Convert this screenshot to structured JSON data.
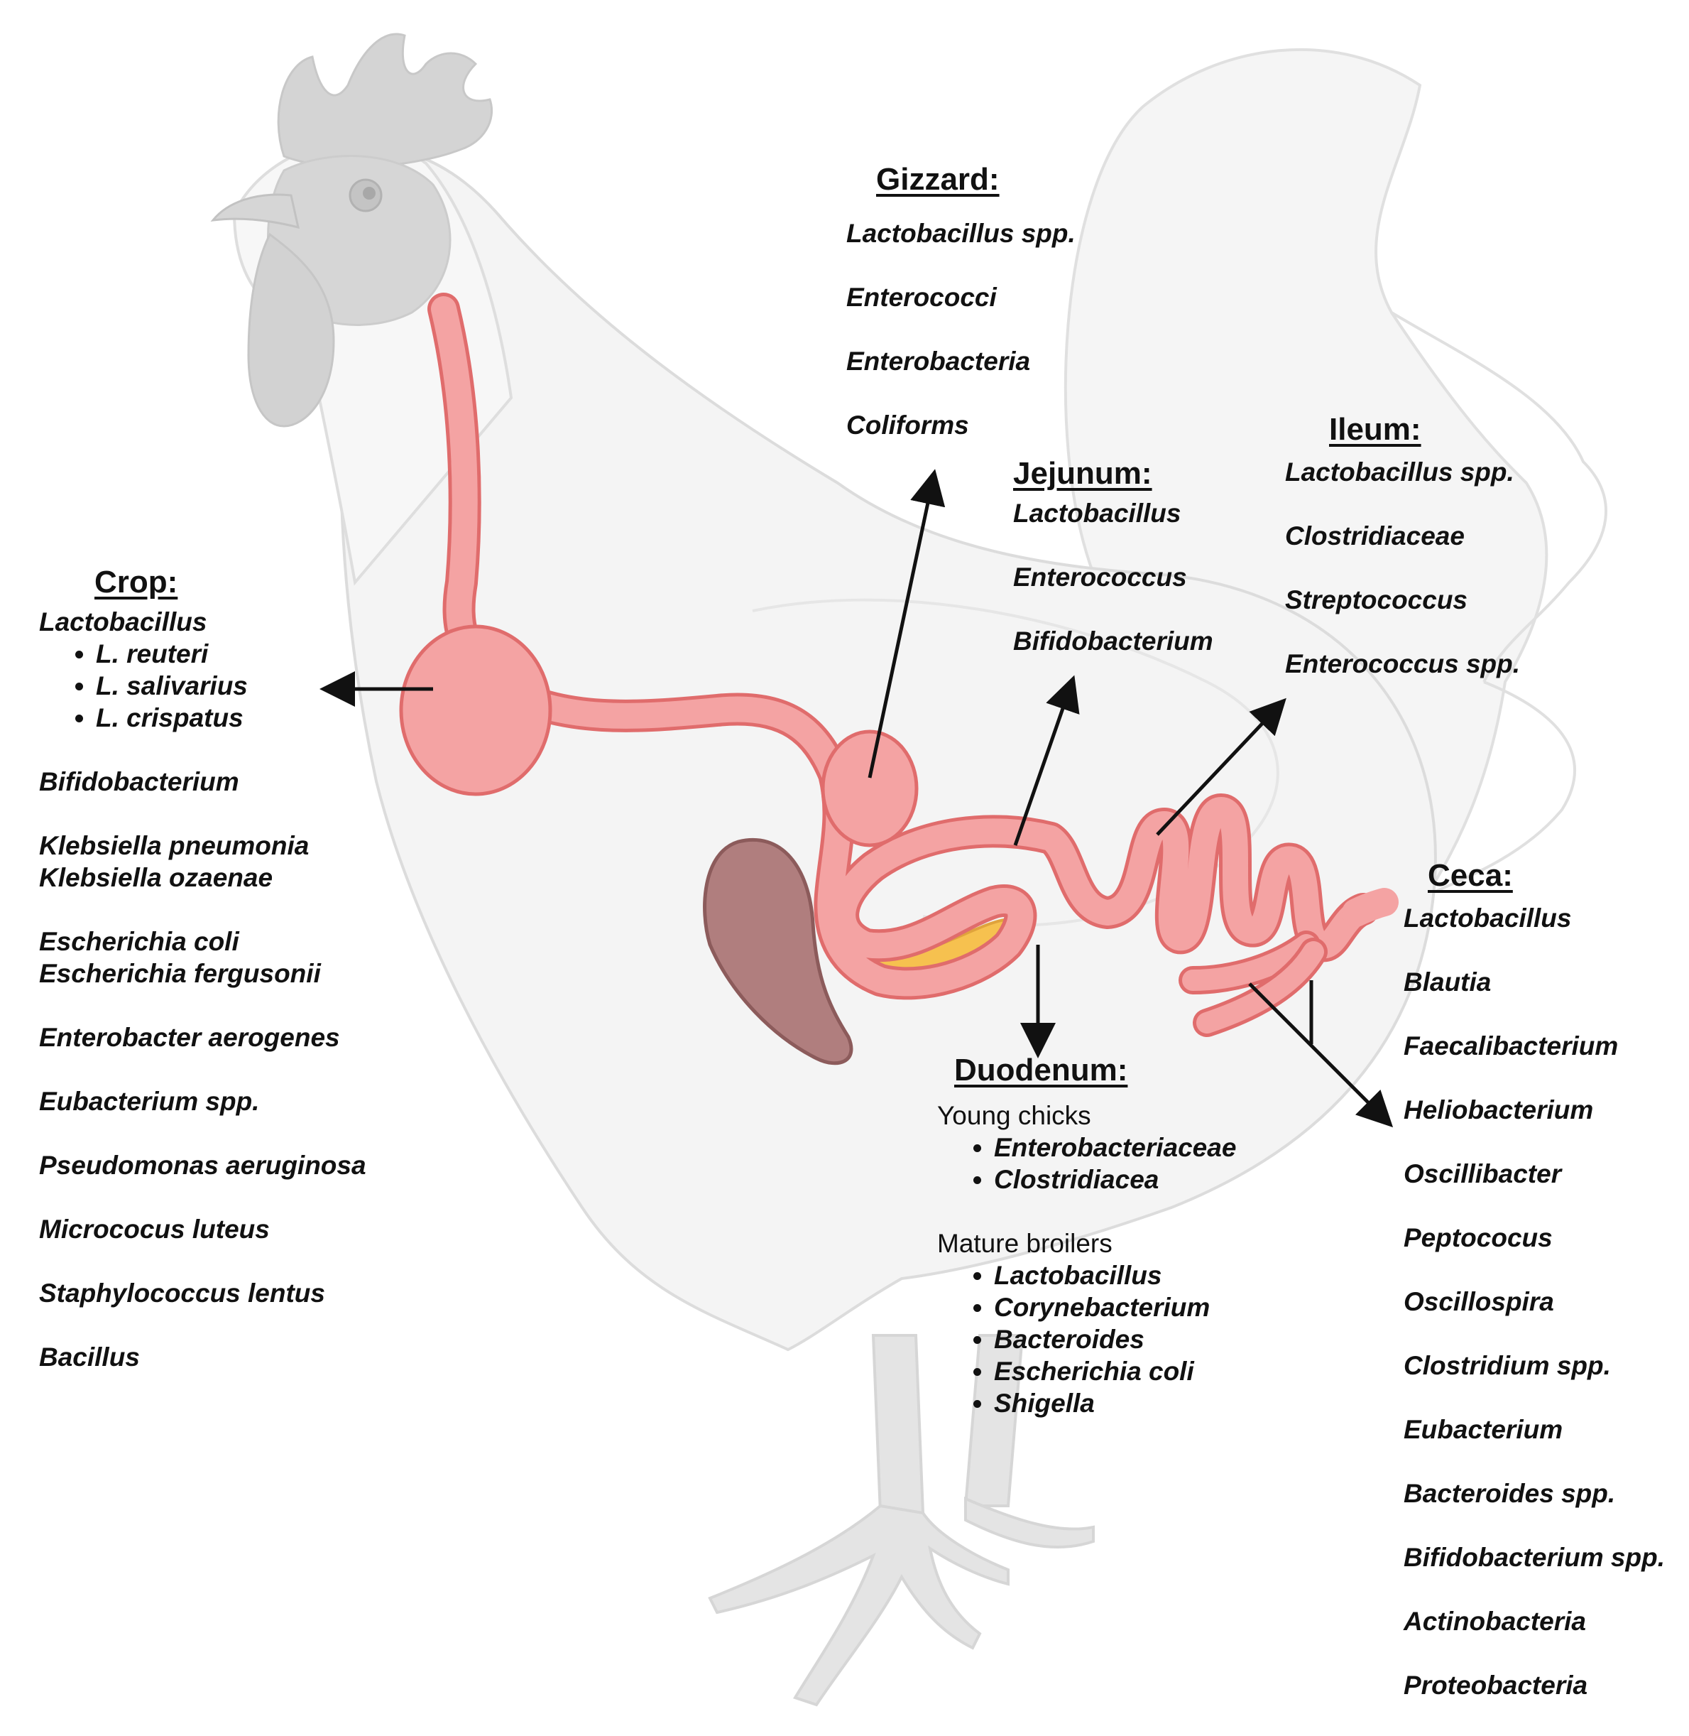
{
  "crop": {
    "heading": "Crop:",
    "lactobacillus": "Lactobacillus",
    "lactobacillus_species": [
      "L. reuteri",
      "L. salivarius",
      "L. crispatus"
    ],
    "items": [
      "Bifidobacterium",
      "Klebsiella pneumonia",
      "Klebsiella  ozaenae",
      "Escherichia coli",
      "Escherichia fergusonii",
      "Enterobacter aerogenes",
      "Eubacterium spp.",
      "Pseudomonas aeruginosa",
      "Micrococus luteus",
      "Staphylococcus lentus",
      "Bacillus"
    ]
  },
  "gizzard": {
    "heading": "Gizzard:",
    "items": [
      "Lactobacillus spp.",
      "Enterococci",
      "Enterobacteria",
      "Coliforms"
    ]
  },
  "jejunum": {
    "heading": "Jejunum:",
    "items": [
      "Lactobacillus",
      "Enterococcus",
      "Bifidobacterium"
    ]
  },
  "ileum": {
    "heading": "Ileum:",
    "items": [
      "Lactobacillus spp.",
      "Clostridiaceae",
      "Streptococcus",
      "Enterococcus spp."
    ]
  },
  "duodenum": {
    "heading": "Duodenum:",
    "young_label": "Young chicks",
    "young_items": [
      "Enterobacteriaceae",
      "Clostridiacea"
    ],
    "mature_label": "Mature broilers",
    "mature_items": [
      "Lactobacillus",
      "Corynebacterium",
      "Bacteroides",
      "Escherichia coli",
      "Shigella"
    ]
  },
  "ceca": {
    "heading": "Ceca:",
    "items": [
      "Lactobacillus",
      "Blautia",
      "Faecalibacterium",
      "Heliobacterium",
      "Oscillibacter",
      "Peptococus",
      "Oscillospira",
      "Clostridium spp.",
      "Eubacterium",
      "Bacteroides spp.",
      "Bifidobacterium spp.",
      "Actinobacteria",
      "Proteobacteria"
    ]
  },
  "colors": {
    "body": "#f4f4f4",
    "outline": "#dddddd",
    "comb": "#d4d4d4",
    "gut_fill": "#f4a3a3",
    "gut_stroke": "#e06c6c",
    "liver": "#b07e7e",
    "pancreas": "#f6c14f",
    "arrow": "#111111"
  }
}
